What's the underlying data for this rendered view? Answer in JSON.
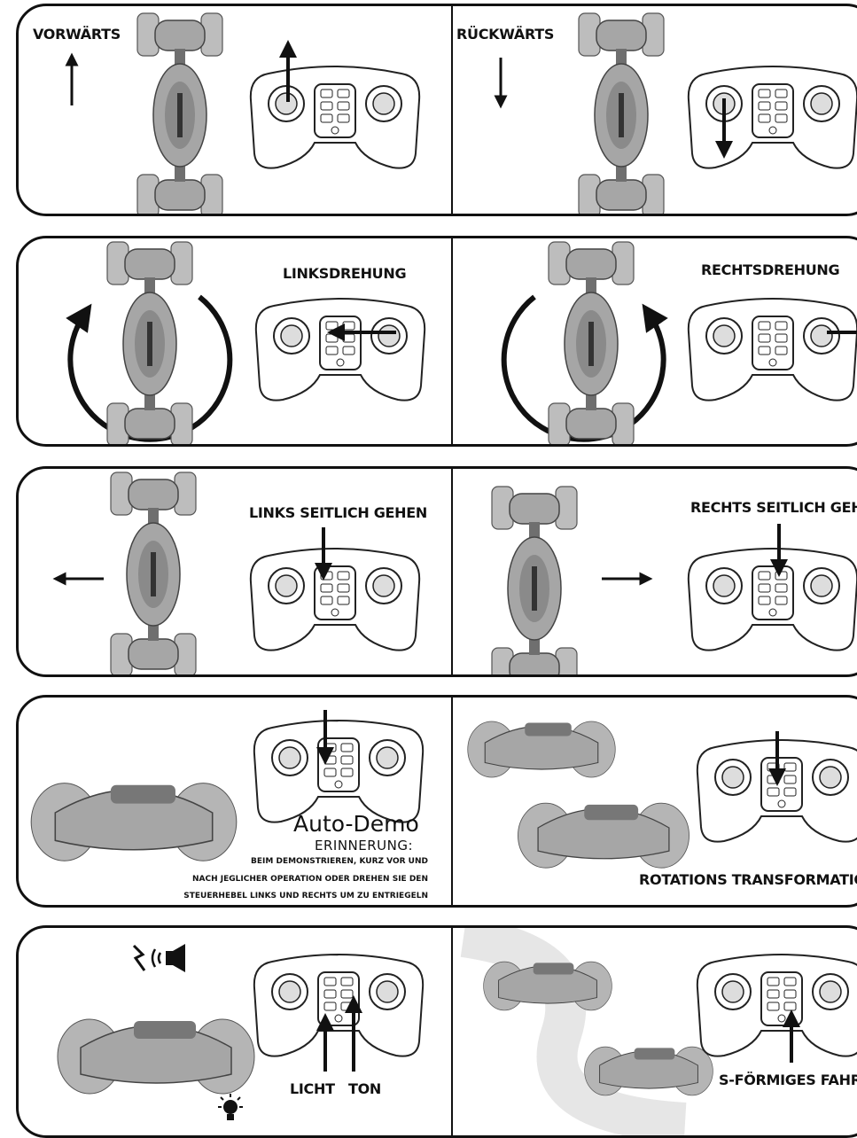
{
  "rows": [
    {
      "left": {
        "label": "VORWÄRTS"
      },
      "right": {
        "label": "RÜCKWÄRTS"
      }
    },
    {
      "left": {
        "label": "LINKSDREHUNG"
      },
      "right": {
        "label": "RECHTSDREHUNG"
      }
    },
    {
      "left": {
        "label": "LINKS SEITLICH GEHEN"
      },
      "right": {
        "label": "RECHTS SEITLICH GEHEN"
      }
    },
    {
      "left": {
        "title": "Auto-Demo",
        "subtitle": "ERINNERUNG:",
        "notes": [
          "BEIM DEMONSTRIEREN, KURZ VOR UND",
          "NACH JEGLICHER OPERATION ODER DREHEN SIE DEN",
          "STEUERHEBEL LINKS UND RECHTS UM ZU ENTRIEGELN"
        ]
      },
      "right": {
        "label": "ROTATIONS TRANSFORMATION"
      }
    },
    {
      "left": {
        "label_light": "LICHT",
        "label_sound": "TON"
      },
      "right": {
        "label": "S-FÖRMIGES FAHREN"
      }
    }
  ],
  "colors": {
    "ink": "#111111",
    "car": "#a6a6a6"
  },
  "icons": [
    "arrow-icon",
    "rotate-arrow-icon",
    "speaker-icon",
    "bulb-icon",
    "remote-icon",
    "car-icon"
  ]
}
